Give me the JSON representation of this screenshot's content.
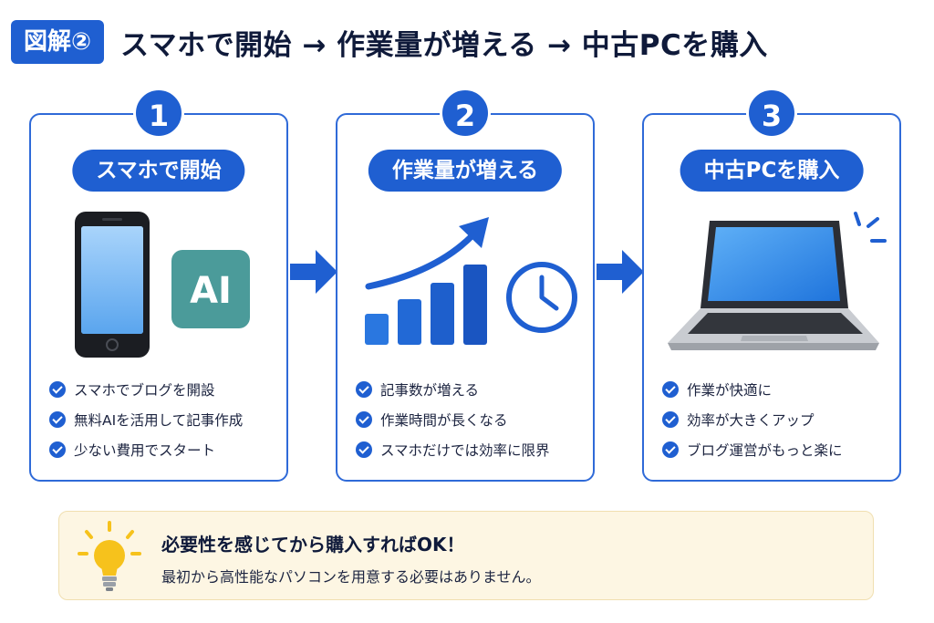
{
  "header": {
    "badge": "図解②",
    "title": "スマホで開始 → 作業量が増える → 中古PCを購入"
  },
  "steps": [
    {
      "number": "1",
      "title": "スマホで開始",
      "ai_label": "AI",
      "items": [
        "スマホでブログを開設",
        "無料AIを活用して記事作成",
        "少ない費用でスタート"
      ]
    },
    {
      "number": "2",
      "title": "作業量が増える",
      "items": [
        "記事数が増える",
        "作業時間が長くなる",
        "スマホだけでは効率に限界"
      ]
    },
    {
      "number": "3",
      "title": "中古PCを購入",
      "items": [
        "作業が快適に",
        "効率が大きくアップ",
        "ブログ運営がもっと楽に"
      ]
    }
  ],
  "tip": {
    "headline": "必要性を感じてから購入すればOK！",
    "body": "最初から高性能なパソコンを用意する必要はありません。"
  },
  "colors": {
    "primary": "#1f5fd1",
    "ai_tile": "#4b9b9a",
    "tip_bg": "#fdf6e3",
    "bulb": "#f6c21c"
  }
}
